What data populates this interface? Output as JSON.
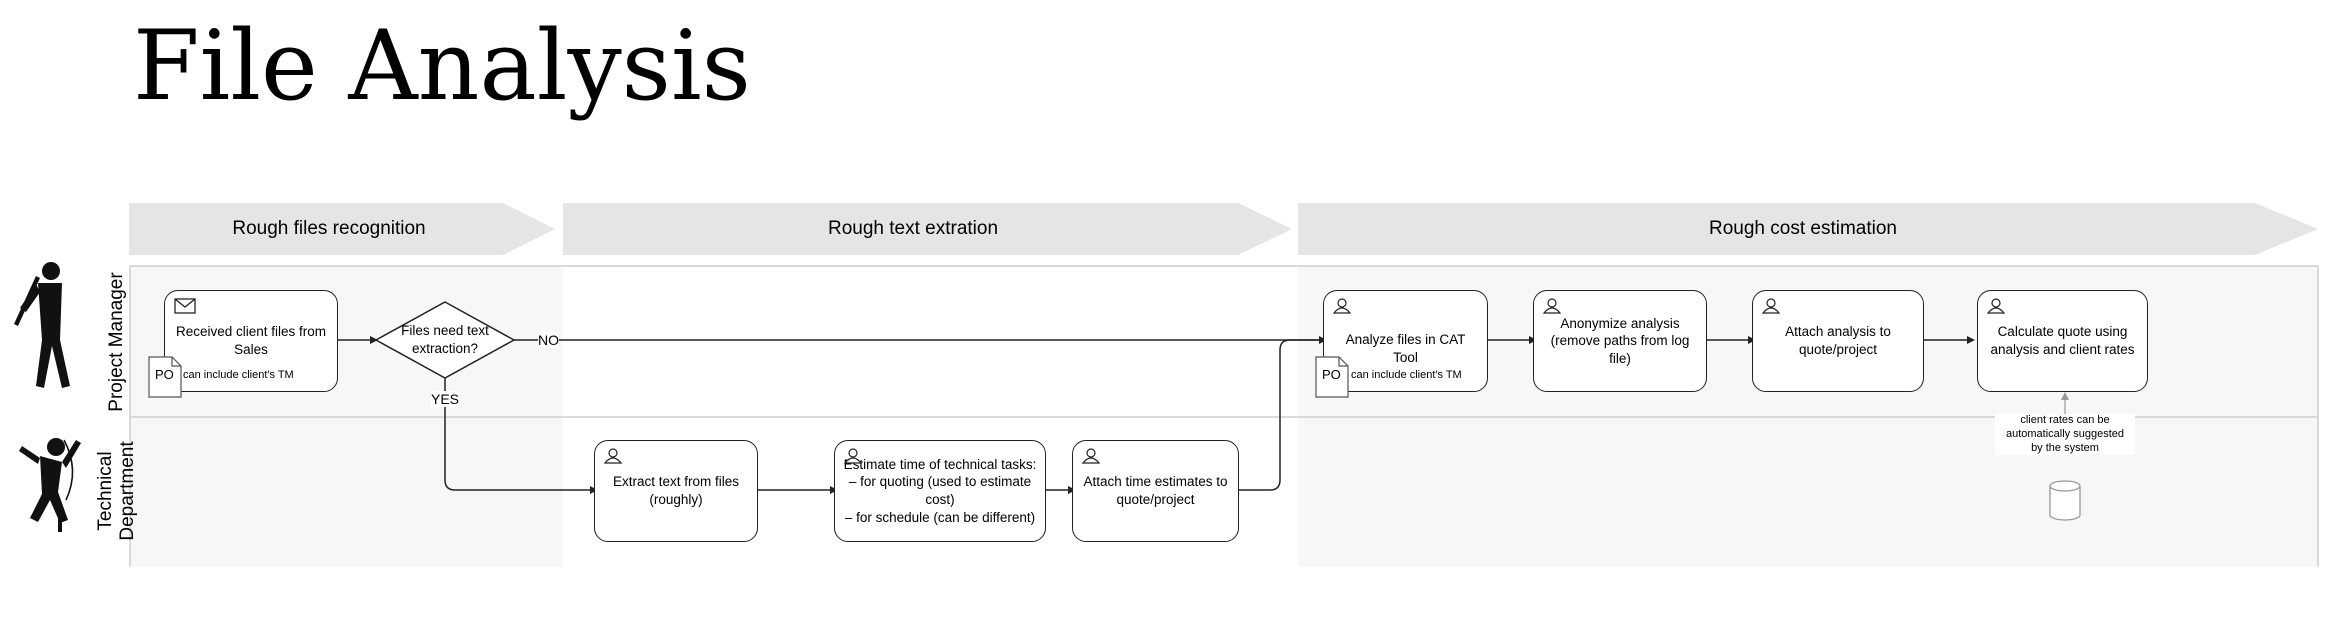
{
  "title": "File Analysis",
  "phases": [
    {
      "label": "Rough files recognition"
    },
    {
      "label": "Rough text extration"
    },
    {
      "label": "Rough cost estimation"
    }
  ],
  "lanes": [
    {
      "label": "Project Manager",
      "icon": "baseball-batter-icon"
    },
    {
      "label": "Technical\nDepartment",
      "icon": "climber-icon"
    }
  ],
  "tasks": {
    "received": "Received client files from\nSales",
    "extract": "Extract text from files\n(roughly)",
    "estimate": "Estimate time of technical tasks:\n– for quoting (used to estimate cost)\n– for schedule (can be different)",
    "attach_time": "Attach time estimates to\nquote/project",
    "analyze": "Analyze files in CAT Tool",
    "anonymize": "Anonymize analysis\n(remove paths from log file)",
    "attach_analysis": "Attach analysis to\nquote/project",
    "calculate": "Calculate quote using\nanalysis and client rates"
  },
  "decision": {
    "label": "Files need text\nextraction?",
    "no": "NO",
    "yes": "YES"
  },
  "data_objects": [
    {
      "label": "PO",
      "note": "can include client's TM"
    },
    {
      "label": "PO",
      "note": "can include client's TM"
    }
  ],
  "annotation": "client rates can be\nautomatically suggested\nby the system",
  "colors": {
    "phase_fill": "#e5e5e5",
    "lane_fill": "#f7f7f7",
    "lane_border": "#cfcfcf",
    "stroke": "#222222"
  }
}
